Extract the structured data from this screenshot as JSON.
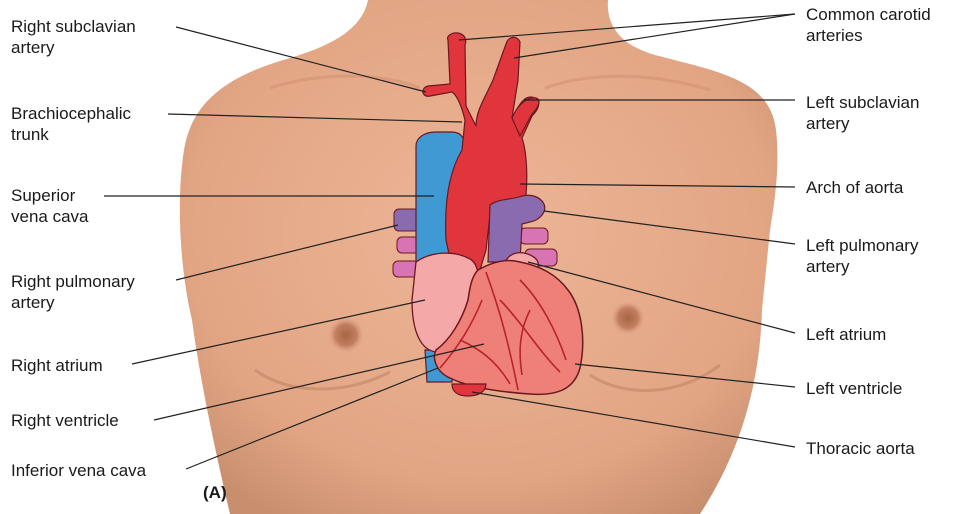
{
  "figure": {
    "panel_label": "(A)",
    "labels": {
      "right_subclavian_artery": [
        "Right subclavian",
        "artery"
      ],
      "brachiocephalic_trunk": [
        "Brachiocephalic",
        "trunk"
      ],
      "superior_vena_cava": [
        "Superior",
        "vena cava"
      ],
      "right_pulmonary_artery": [
        "Right pulmonary",
        "artery"
      ],
      "right_atrium": [
        "Right atrium"
      ],
      "right_ventricle": [
        "Right ventricle"
      ],
      "inferior_vena_cava": [
        "Inferior vena cava"
      ],
      "common_carotid_arteries": [
        "Common carotid",
        "arteries"
      ],
      "left_subclavian_artery": [
        "Left subclavian",
        "artery"
      ],
      "arch_of_aorta": [
        "Arch of aorta"
      ],
      "left_pulmonary_artery": [
        "Left pulmonary",
        "artery"
      ],
      "left_atrium": [
        "Left atrium"
      ],
      "left_ventricle": [
        "Left ventricle"
      ],
      "thoracic_aorta": [
        "Thoracic aorta"
      ]
    },
    "colors": {
      "skin": "#e6ad8c",
      "skin_shadow": "#c98c6c",
      "artery": "#e0353d",
      "vein": "#3f9ad4",
      "pulmonary_artery": "#8a6bb0",
      "pulmonary_vein": "#d873b4",
      "atrium": "#f4a9a8",
      "ventricle": "#ef8077",
      "outline": "#6b1820"
    }
  }
}
